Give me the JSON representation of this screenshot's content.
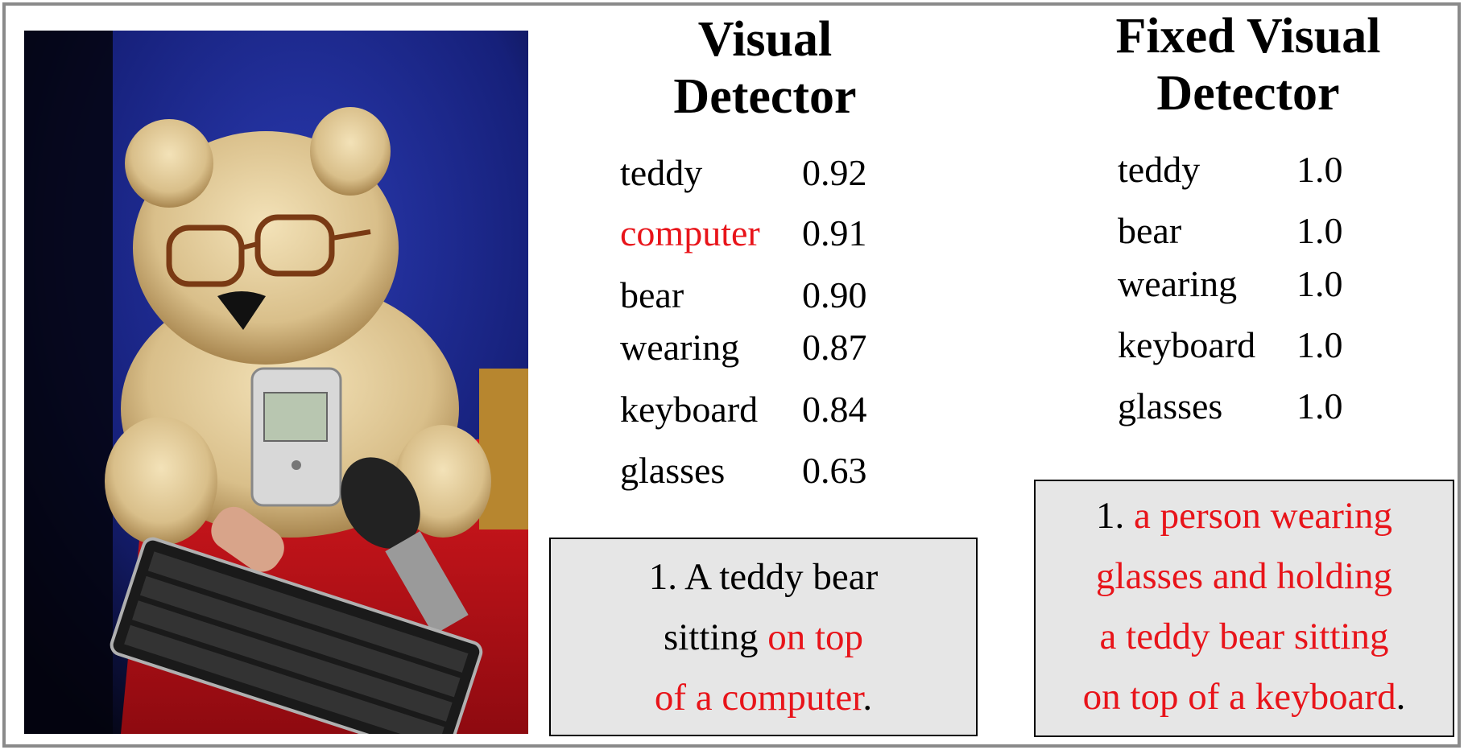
{
  "visual_detector": {
    "title_line1": "Visual",
    "title_line2": "Detector",
    "rows": [
      {
        "word": "teddy",
        "score": "0.92",
        "color": "#000000"
      },
      {
        "word": "computer",
        "score": "0.91",
        "color": "#e8141a"
      },
      {
        "word": "bear",
        "score": "0.90",
        "color": "#000000"
      },
      {
        "word": "wearing",
        "score": "0.87",
        "color": "#000000"
      },
      {
        "word": "keyboard",
        "score": "0.84",
        "color": "#000000"
      },
      {
        "word": "glasses",
        "score": "0.63",
        "color": "#000000"
      }
    ],
    "caption": {
      "line1": "1. A teddy bear",
      "line2_black": "sitting ",
      "line2_red": "on top",
      "line3_red": "of a computer",
      "line3_black": "."
    }
  },
  "fixed_visual_detector": {
    "title_line1": "Fixed Visual",
    "title_line2": "Detector",
    "rows": [
      {
        "word": "teddy",
        "score": "1.0"
      },
      {
        "word": "bear",
        "score": "1.0"
      },
      {
        "word": "wearing",
        "score": "1.0"
      },
      {
        "word": "keyboard",
        "score": "1.0"
      },
      {
        "word": "glasses",
        "score": "1.0"
      }
    ],
    "caption": {
      "line1_black": "1. ",
      "line1_red": "a person wearing",
      "line2_red": "glasses and holding",
      "line3_red": "a teddy bear sitting",
      "line4_red": "on top of a keyboard",
      "line4_black": "."
    }
  },
  "colors": {
    "highlight": "#e8141a",
    "caption_bg": "#e6e6e6",
    "frame": "#8a8a8a"
  },
  "image": {
    "subject": "teddy bear wearing glasses with keyboard, microphone and media player on red table"
  }
}
